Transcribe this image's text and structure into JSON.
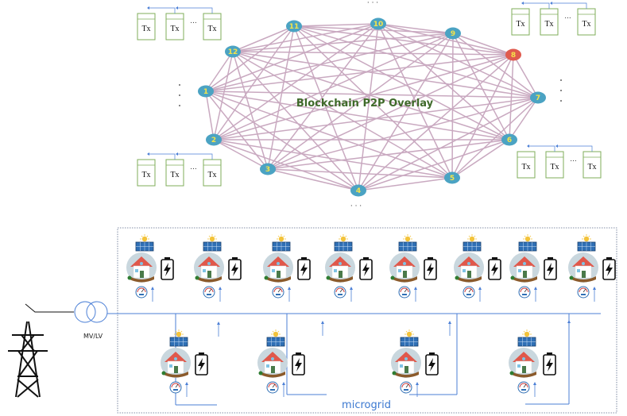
{
  "overlay": {
    "label": "Blockchain P2P Overlay",
    "edge_color": "#c9a9c0",
    "node_color": "#4ba3c3",
    "highlight_color": "#e05a4e",
    "label_color": "#f4e34a",
    "nodes": [
      {
        "id": "1",
        "highlighted": false
      },
      {
        "id": "2",
        "highlighted": false
      },
      {
        "id": "3",
        "highlighted": false
      },
      {
        "id": "4",
        "highlighted": false
      },
      {
        "id": "5",
        "highlighted": false
      },
      {
        "id": "6",
        "highlighted": false
      },
      {
        "id": "7",
        "highlighted": false
      },
      {
        "id": "8",
        "highlighted": true
      },
      {
        "id": "9",
        "highlighted": false
      },
      {
        "id": "10",
        "highlighted": false
      },
      {
        "id": "11",
        "highlighted": false
      },
      {
        "id": "12",
        "highlighted": false
      }
    ],
    "ellipsis": "· · ·"
  },
  "tx_chains": [
    {
      "name": "top-left",
      "labels": [
        "Tx",
        "Tx",
        "Tx"
      ],
      "ellipsis": "..."
    },
    {
      "name": "top-right",
      "labels": [
        "Tx",
        "Tx",
        "Tx"
      ],
      "ellipsis": "..."
    },
    {
      "name": "bottom-left",
      "labels": [
        "Tx",
        "Tx",
        "Tx"
      ],
      "ellipsis": "..."
    },
    {
      "name": "bottom-right",
      "labels": [
        "Tx",
        "Tx",
        "Tx"
      ],
      "ellipsis": "..."
    }
  ],
  "tx_box_color": "#7fae5a",
  "grid": {
    "microgrid_label": "microgrid",
    "transformer_label": "MV/LV",
    "line_color": "#4b7fd6",
    "frame_color": "#5b6b8a",
    "top_row_houses": 8,
    "bottom_row_houses": 4
  }
}
